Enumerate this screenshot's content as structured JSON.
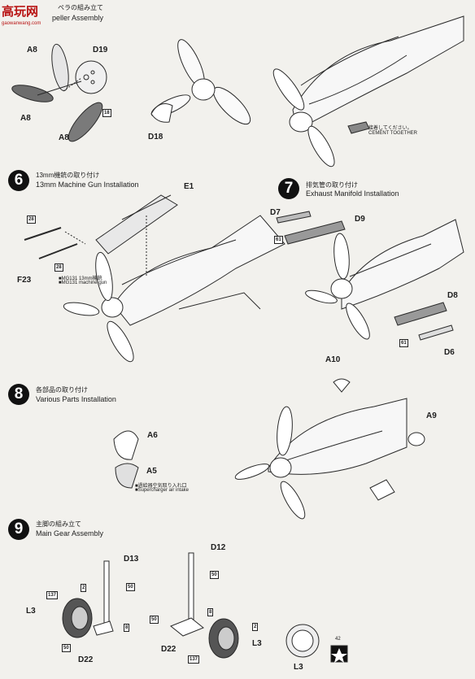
{
  "watermark": {
    "logo_text": "高玩网",
    "site": "gaowanwang.com"
  },
  "steps": {
    "s5": {
      "title_jp": "ペラの組み立て",
      "title_en": "peller Assembly"
    },
    "s6": {
      "number": "6",
      "title_jp": "13mm機銃の取り付け",
      "title_en": "13mm Machine Gun Installation"
    },
    "s7": {
      "number": "7",
      "title_jp": "排気管の取り付け",
      "title_en": "Exhaust Manifold Installation"
    },
    "s8": {
      "number": "8",
      "title_jp": "各部品の取り付け",
      "title_en": "Various Parts Installation"
    },
    "s9": {
      "number": "9",
      "title_jp": "主脚の組み立て",
      "title_en": "Main Gear Assembly"
    }
  },
  "labels": {
    "a8_top": "A8",
    "d19": "D19",
    "a8_mid": "A8",
    "a8_bot": "A8",
    "d18": "D18",
    "e1": "E1",
    "f23": "F23",
    "d7": "D7",
    "d9": "D9",
    "d8": "D8",
    "d6": "D6",
    "a10": "A10",
    "a9": "A9",
    "a6": "A6",
    "a5": "A5",
    "d13": "D13",
    "d12": "D12",
    "l3_left": "L3",
    "l3_right": "L3",
    "l3_bottom": "L3",
    "d22_left": "D22",
    "d22_right": "D22"
  },
  "boxes": {
    "b18": "18",
    "b28a": "28",
    "b28b": "28",
    "b61a": "61",
    "b61b": "61",
    "b50a": "50",
    "b50b": "50",
    "b137a": "137",
    "b137b": "137",
    "b2a": "2",
    "b2b": "2",
    "b8a": "8",
    "b8b": "8",
    "b50c": "50",
    "b50d": "50"
  },
  "notes": {
    "cement_jp": "接着してください。",
    "cement_en": "CEMENT TOGETHER",
    "mg131_jp": "■MG131 13mm機銃",
    "mg131_en": "■MG131 machine gun",
    "intake_jp": "■過給器空気取り入れ口",
    "intake_en": "■Supercharger air intake",
    "decal": "42"
  }
}
